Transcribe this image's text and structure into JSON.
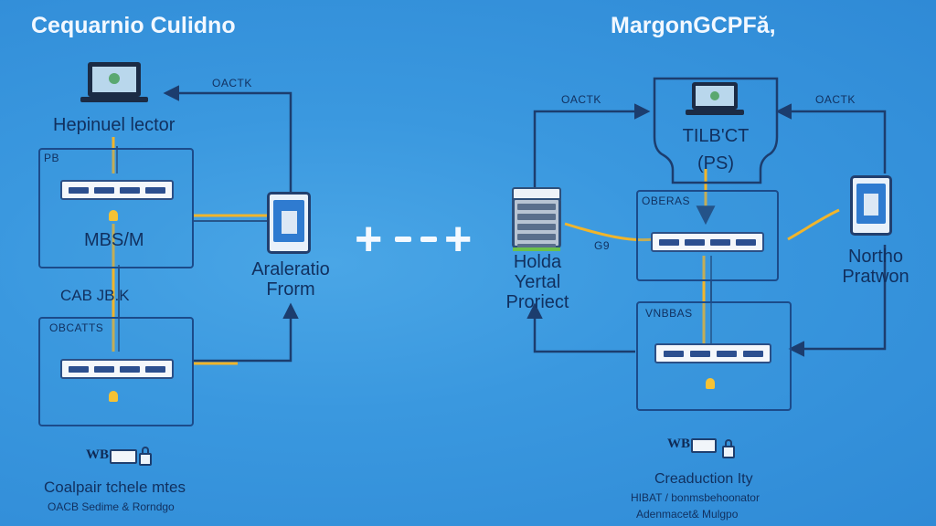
{
  "left_section": {
    "title": "Cequarnio Culidno",
    "host_label": "Hepinuel lector",
    "top_box_tag": "PB",
    "top_box_label": "MBS/M",
    "link_label": "CAB JB.K",
    "bottom_box_tag": "OBCATTS",
    "endpoint_label_line1": "Araleratio",
    "endpoint_label_line2": "Frorm",
    "edge_label_top": "OACTK",
    "badge": "WB",
    "footer_line1": "Coalpair tchele mtes",
    "footer_line2": "OACB Sedime & Rorndgo"
  },
  "connector": {
    "symbol_left": "+",
    "symbol_right": "+"
  },
  "right_section": {
    "title": "MargonGCPFă,",
    "edge_label_left": "OACTK",
    "edge_label_right": "OACTK",
    "center_label_line1": "TILB'CT",
    "center_label_line2": "(PS)",
    "upper_box_tag": "OBERAS",
    "lower_box_tag": "VNBBAS",
    "cross_label": "G9",
    "server_label_line1": "Holda",
    "server_label_line2": "Yertal",
    "server_label_line3": "Proriect",
    "endpoint_label_line1": "Northo",
    "endpoint_label_line2": "Pratwon",
    "badge": "WB",
    "footer_line1": "Creaduction Ity",
    "footer_line2": "HIBAT / bonmsbehoonator",
    "footer_line3": "Adenmacet& Mulgpo"
  },
  "colors": {
    "background": "#3a98df",
    "line": "#1c3d6e",
    "accent": "#f1b52b",
    "title": "#f2f8ff"
  }
}
